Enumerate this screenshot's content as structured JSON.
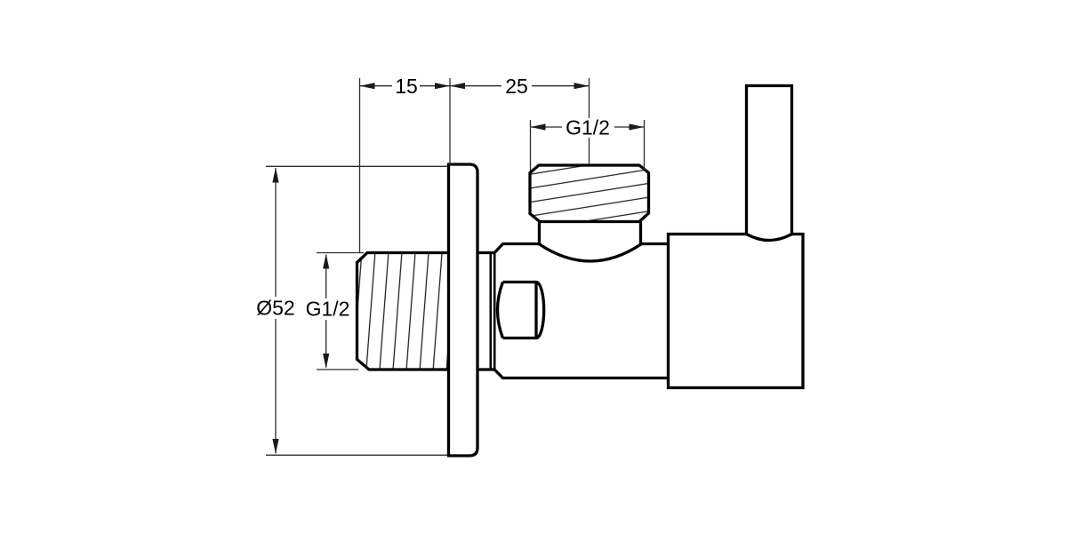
{
  "drawing": {
    "description": "angle-valve-side-view-technical-drawing",
    "background_color": "#ffffff",
    "outline_color": "#000000",
    "dimension_line_color": "#2b2b2b",
    "dimensions": {
      "flange_offset": {
        "label": "15"
      },
      "body_offset": {
        "label": "25"
      },
      "outlet_thread": {
        "label": "G1/2"
      },
      "flange_diameter": {
        "label": "Ø52"
      },
      "inlet_thread": {
        "label": "G1/2"
      }
    }
  }
}
